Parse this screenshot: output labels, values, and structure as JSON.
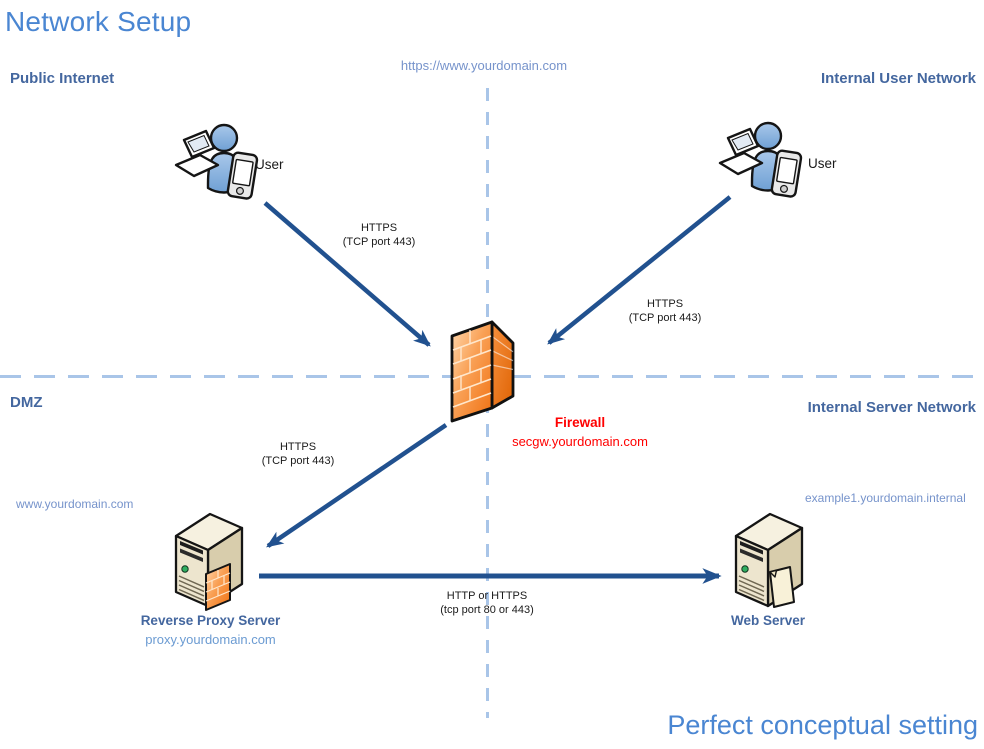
{
  "title": "Network Setup",
  "tagline": "Perfect conceptual setting",
  "top_url": "https://www.yourdomain.com",
  "zones": {
    "top_left": "Public Internet",
    "top_right": "Internal User Network",
    "bottom_left": "DMZ",
    "bottom_right": "Internal Server Network"
  },
  "nodes": {
    "public_user": {
      "label": "User",
      "icon": "user-with-devices-icon"
    },
    "internal_user": {
      "label": "User",
      "icon": "user-with-devices-icon"
    },
    "firewall": {
      "label": "Firewall",
      "hostname": "secgw.yourdomain.com",
      "icon": "brick-wall-firewall-icon"
    },
    "reverse_proxy": {
      "label": "Reverse Proxy Server",
      "hostname": "proxy.yourdomain.com",
      "public_url": "www.yourdomain.com",
      "icon": "proxy-server-tower-icon"
    },
    "web_server": {
      "label": "Web Server",
      "hostname": "example1.yourdomain.internal",
      "icon": "web-server-tower-icon"
    }
  },
  "connections": {
    "public_user_to_firewall": {
      "protocol": "HTTPS",
      "port": "(TCP port 443)"
    },
    "internal_user_to_firewall": {
      "protocol": "HTTPS",
      "port": "(TCP port 443)"
    },
    "firewall_to_reverse_proxy": {
      "protocol": "HTTPS",
      "port": "(TCP port 443)"
    },
    "reverse_proxy_to_web_server": {
      "protocol": "HTTP or HTTPS",
      "port": "(tcp port 80 or 443)"
    }
  },
  "colors": {
    "title_blue": "#4A86D2",
    "zone_label_blue": "#44679F",
    "url_blue": "#7693CB",
    "hostname_light_blue": "#6B9BD2",
    "alert_red": "#FF0000",
    "arrow_navy": "#21518F",
    "divider_light_blue": "#A9C5E8",
    "firewall_orange": "#F68624"
  }
}
